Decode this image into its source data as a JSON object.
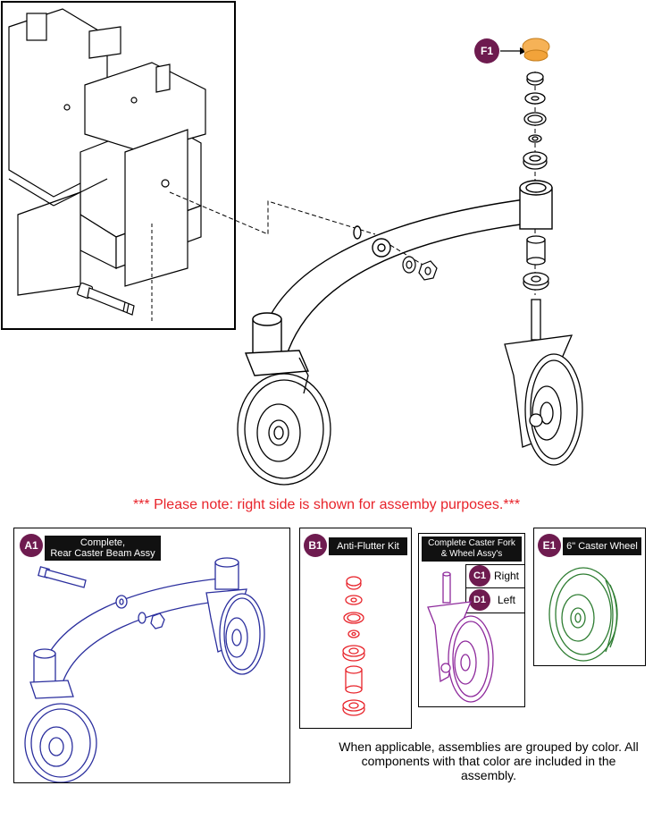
{
  "note": "*** Please note: right side is shown for assemby purposes.***",
  "callout_main": "F1",
  "kits": [
    {
      "badge": "A1",
      "label_line1": "Complete,",
      "label_line2": "Rear Caster Beam Assy",
      "color": "#2b2f9e"
    },
    {
      "badge": "B1",
      "label": "Anti-Flutter Kit",
      "color": "#e8232a"
    },
    {
      "label_line1": "Complete Caster Fork",
      "label_line2": "& Wheel Assy's",
      "color": "#8e2a9c",
      "options": [
        {
          "badge": "C1",
          "text": "Right"
        },
        {
          "badge": "D1",
          "text": "Left"
        }
      ]
    },
    {
      "badge": "E1",
      "label": "6\" Caster Wheel",
      "color": "#2e7d32"
    }
  ],
  "footer": "When applicable, assemblies are grouped by color. All components with that color are included in the assembly.",
  "colors": {
    "badge": "#6e1b4f",
    "f1_cap": "#f2a33a",
    "note": "#e8232a"
  }
}
